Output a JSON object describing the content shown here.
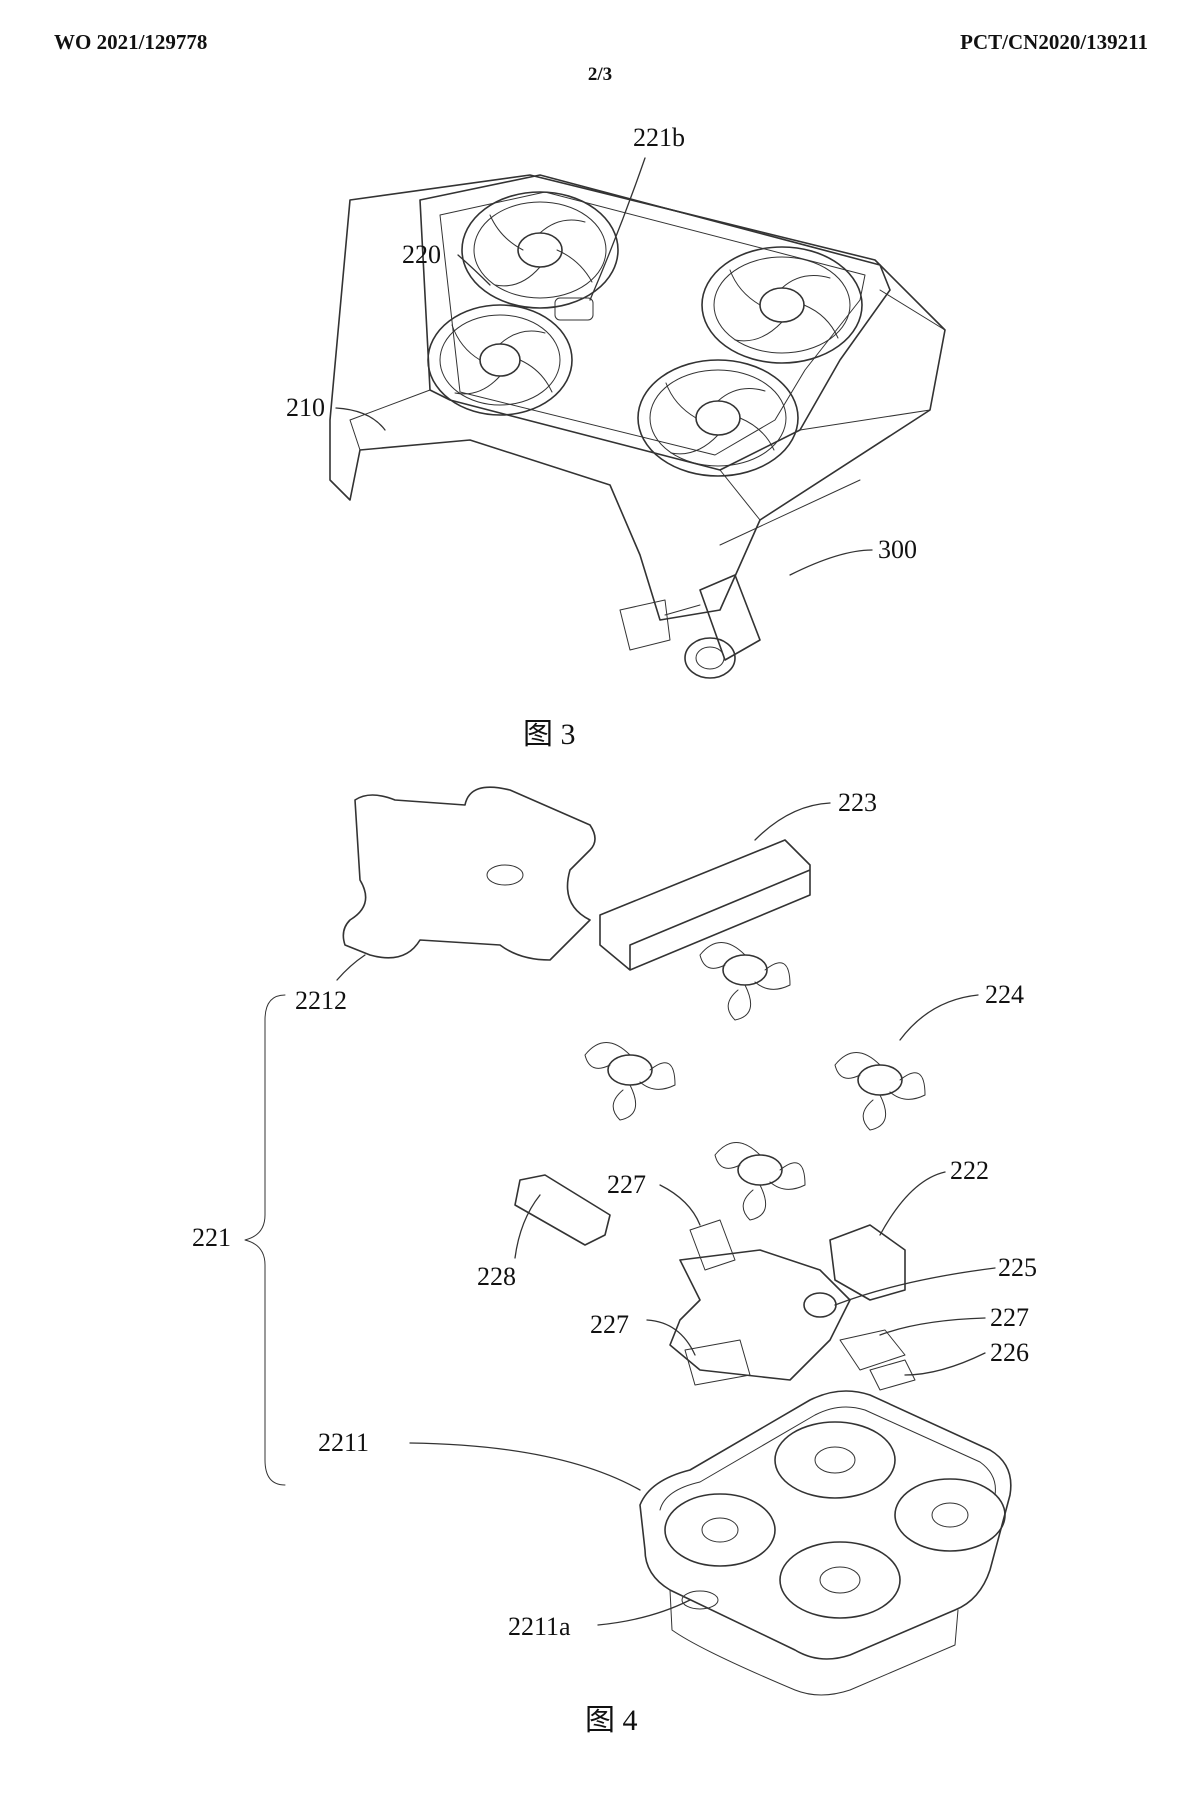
{
  "header": {
    "publication_number": "WO 2021/129778",
    "application_number": "PCT/CN2020/139211",
    "sheet": "2/3"
  },
  "figure3": {
    "caption": "图 3",
    "labels": {
      "l221b": "221b",
      "l220": "220",
      "l210": "210",
      "l300": "300"
    }
  },
  "figure4": {
    "caption": "图 4",
    "labels": {
      "l223": "223",
      "l2212": "2212",
      "l224": "224",
      "l222": "222",
      "l227a": "227",
      "l221": "221",
      "l228": "228",
      "l225": "225",
      "l227b": "227",
      "l227c": "227",
      "l226": "226",
      "l2211": "2211",
      "l2211a": "2211a"
    }
  }
}
